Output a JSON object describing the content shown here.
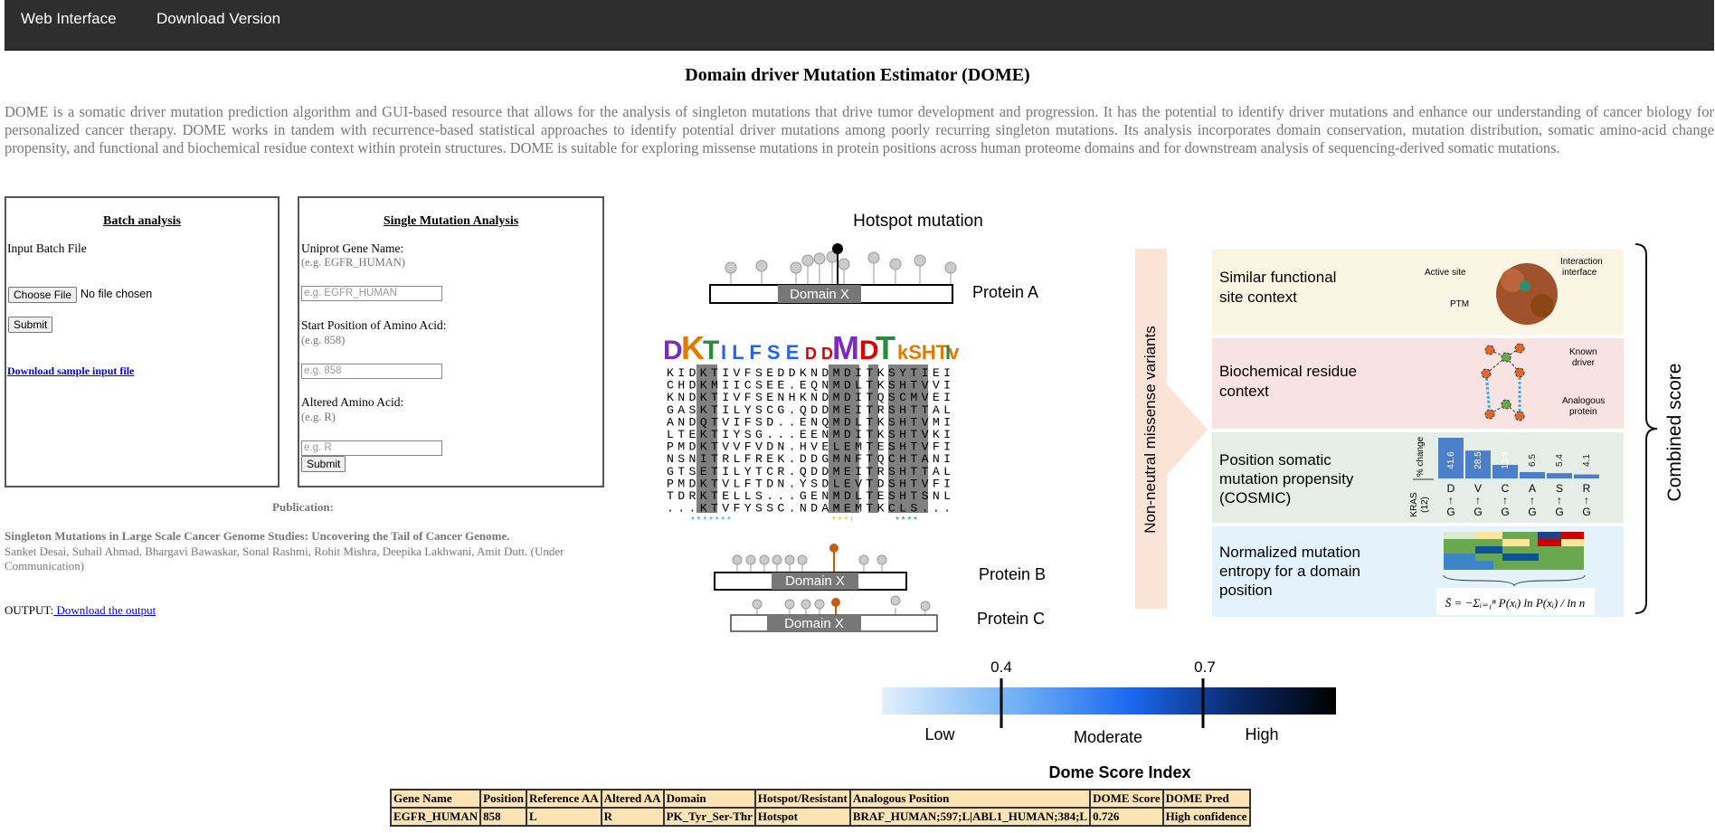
{
  "nav": {
    "items": [
      "Web Interface",
      "Download Version"
    ]
  },
  "title": "Domain driver Mutation Estimator (DOME)",
  "intro": "DOME is a somatic driver mutation prediction algorithm and GUI-based resource that allows for the analysis of singleton mutations that drive tumor development and progression. It has the potential to identify driver mutations and enhance our understanding of cancer biology for personalized cancer therapy. DOME works in tandem with recurrence-based statistical approaches to identify potential driver mutations among poorly recurring singleton mutations. Its analysis incorporates domain conservation, mutation distribution, somatic amino-acid change propensity, and functional and biochemical residue context within protein structures. DOME is suitable for exploring missense mutations in protein positions across human proteome domains and for downstream analysis of sequencing-derived somatic mutations.",
  "batch": {
    "title": "Batch analysis",
    "input_label": "Input Batch File",
    "choose_label": "Choose File",
    "file_status": "No file chosen",
    "submit": "Submit",
    "sample_link": "Download sample input file"
  },
  "single": {
    "title": "Single Mutation Analysis",
    "gene_label": "Uniprot Gene Name:",
    "gene_hint": "(e.g. EGFR_HUMAN)",
    "gene_placeholder": "e.g. EGFR_HUMAN",
    "start_label": "Start Position of Amino Acid:",
    "start_hint": "(e.g. 858)",
    "start_placeholder": "e.g. 858",
    "alt_label": "Altered Amino Acid:",
    "alt_hint": "(e.g. R)",
    "alt_placeholder": "e.g. R",
    "submit": "Submit"
  },
  "publication": {
    "heading": "Publication:",
    "title": "Singleton Mutations in Large Scale Cancer Genome Studies: Uncovering the Tail of Cancer Genome.",
    "authors": "Sanket Desai, Suhail Ahmad, Bhargavi Bawaskar, Sonal Rashmi, Rohit Mishra, Deepika Lakhwani, Amit Dutt. (Under Communication)"
  },
  "output": {
    "label": "OUTPUT:",
    "link": " Download the output"
  },
  "figure": {
    "hotspot_title": "Hotspot mutation",
    "domain_label": "Domain X",
    "protein_a": "Protein A",
    "protein_b": "Protein B",
    "protein_c": "Protein C",
    "alignment_rows": [
      "KIDKTIVFSEDDKNDMDITKSYTIEI",
      "CHDKMIICSEE.EQNMDLTKSHTVVI",
      "KNDKTIVFSENHKNDMDITQSCMVEI",
      "GASKTILYSCG.QDDMEITRSHTTAL",
      "ANDQTVIFSD..ENQMDLTKSHTVMI",
      "LTEKTIYSG...EENMDITKSHTVKI",
      "PMDKTVVFVDN.HVELEMTESHTVFI",
      "NSNITRLFREK.DDGMNFTQCHTANI",
      "GTSETILYTCR.QDDMEITRSHTTAL",
      "PMDKTVLFTDN.YSDLEVTDSHTVFI",
      "TDRKTELLS...GENMDLTESHTSNL",
      "...KTVFYSSC.NDAMEMTKCLS..."
    ],
    "arrow_label": "Non-neutral missense variants",
    "box1_label": "Similar functional site context",
    "box1_tags": [
      "Active site",
      "Interaction interface",
      "PTM"
    ],
    "box2_label": "Biochemical residue context",
    "box2_tags": [
      "Known driver",
      "Analogous protein"
    ],
    "box3_label": "Position somatic mutation propensity (COSMIC)",
    "box3_axis": "% change",
    "box3_row": "KRAS (12)",
    "box3_values": [
      41.6,
      28.5,
      13.9,
      6.5,
      5.4,
      4.1
    ],
    "box3_value_labels": [
      "41.6",
      "28.5",
      "13.9",
      "6.5",
      "5.4",
      "4.1"
    ],
    "box3_aa": [
      "D",
      "V",
      "C",
      "A",
      "S",
      "R"
    ],
    "box3_from": "G",
    "box4_label": "Normalized mutation entropy for a domain position",
    "box4_formula": "S̄ = −Σᵢ₌₁ⁿ P(xᵢ) ln P(xᵢ) / ln n",
    "combined_label": "Combined score",
    "scale_ticks": [
      "0.4",
      "0.7"
    ],
    "scale_labels": [
      "Low",
      "Moderate",
      "High"
    ],
    "scale_title": "Dome Score Index",
    "colors": {
      "box1": "#fbf6e4",
      "box2": "#f8e2e2",
      "box3": "#e6ece6",
      "box4": "#e3f2fb",
      "bar": "#4c7fc9",
      "arrow": "#fbe3d7"
    }
  },
  "results": {
    "headers": [
      "Gene Name",
      "Position",
      "Reference AA",
      "Altered AA",
      "Domain",
      "Hotspot/Resistant",
      "Analogous Position",
      "DOME Score",
      "DOME Pred"
    ],
    "rows": [
      [
        "EGFR_HUMAN",
        "858",
        "L",
        "R",
        "PK_Tyr_Ser-Thr",
        "Hotspot",
        "BRAF_HUMAN;597;L|ABL1_HUMAN;384;L",
        "0.726",
        "High confidence"
      ]
    ]
  }
}
